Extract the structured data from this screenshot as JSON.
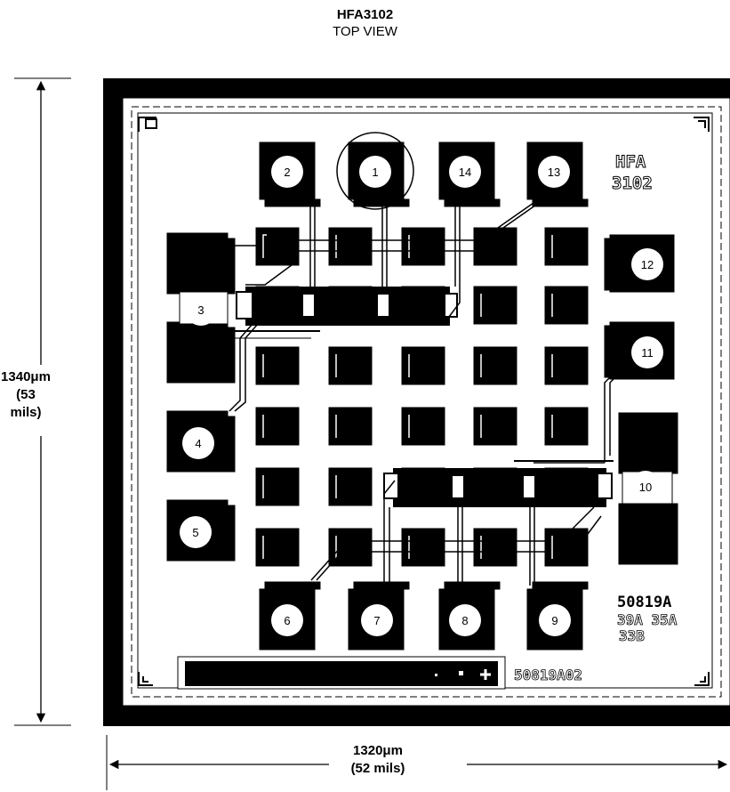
{
  "title": "HFA3102",
  "subtitle": "TOP VIEW",
  "dimensions": {
    "height_line1": "1340μm",
    "height_line2": "(53 mils)",
    "width_line1": "1320μm",
    "width_line2": "(52 mils)"
  },
  "die_marking": {
    "part_line1": "HFA",
    "part_line2": "3102",
    "rev_line1": "50819A",
    "rev_line2": "39A 35A",
    "rev_line3": "33B",
    "bottom_code": "50819A02"
  },
  "pads": [
    "1",
    "2",
    "3",
    "4",
    "5",
    "6",
    "7",
    "8",
    "9",
    "10",
    "11",
    "12",
    "13",
    "14"
  ]
}
